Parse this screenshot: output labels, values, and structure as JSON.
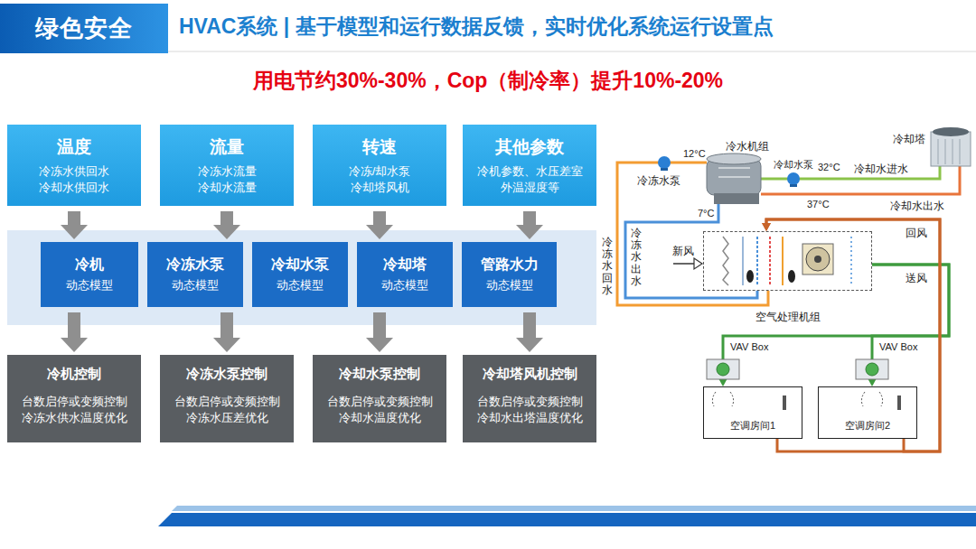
{
  "diagram": {
    "title": "HVAC系统 | 基于模型和运行数据反馈，实时优化系统运行设置点",
    "nodes": [
      {
        "text": [
          "绿色安全"
        ]
      },
      {
        "text": [
          "温度",
          "冷冻水供回水 冷却水供回水"
        ]
      },
      {
        "text": [
          "流量",
          "冷冻水流量 冷却水流量"
        ]
      },
      {
        "text": [
          "转速",
          "冷冻/却水泵 冷却塔风机"
        ]
      },
      {
        "text": [
          "其他参数",
          "冷机参数、水压差室 外温湿度等"
        ]
      },
      {
        "text": [
          "冷机",
          "动态模型"
        ]
      },
      {
        "text": [
          "冷冻水泵",
          "动态模型"
        ]
      },
      {
        "text": [
          "冷却水泵",
          "动态模型"
        ]
      },
      {
        "text": [
          "冷却塔",
          "动态模型"
        ]
      },
      {
        "text": [
          "管路水力",
          "动态模型"
        ]
      },
      {
        "text": [
          "冷机控制",
          "台数启停或变频控制 冷冻水供水温度优化"
        ]
      },
      {
        "text": [
          "冷冻水泵控制",
          "台数启停或变频控制 冷冻水压差优化"
        ]
      },
      {
        "text": [
          "冷却水泵控制",
          "台数启停或变频控制 冷却水温度优化"
        ]
      },
      {
        "text": [
          "冷却塔风机控制",
          "台数启停或变频控制 冷却水出塔温度优化"
        ]
      },
      {
        "text": [
          "空气处理机组"
        ]
      },
      {
        "text": [
          "空调房间1"
        ]
      },
      {
        "text": [
          "空调房间2"
        ]
      }
    ],
    "edges": [
      {
        "from": 1,
        "to": 5,
        "arrow": "to"
      },
      {
        "from": 2,
        "to": 6,
        "arrow": "to"
      },
      {
        "from": 3,
        "to": 8,
        "arrow": "to"
      },
      {
        "from": 4,
        "to": 9,
        "arrow": "to"
      },
      {
        "from": 5,
        "to": 10,
        "arrow": "to"
      },
      {
        "from": 6,
        "to": 11,
        "arrow": "to"
      },
      {
        "from": 8,
        "to": 12,
        "arrow": "to"
      },
      {
        "from": 9,
        "to": 13,
        "arrow": "to"
      },
      {
        "from": 14,
        "to": 15,
        "arrow": "to"
      },
      {
        "from": 14,
        "to": 16,
        "arrow": "to"
      },
      {
        "from": 15,
        "to": 14,
        "arrow": "to"
      },
      {
        "from": 16,
        "to": 14,
        "arrow": "to"
      }
    ],
    "labels": [
      "用电节约30%-30%，Cop（制冷率）提升10%-20%",
      "冷水机组",
      "12°C",
      "冷却塔",
      "冷却水泵",
      "32°C",
      "冷却水进水",
      "冷冻水泵",
      "7°C",
      "37°C",
      "冷却水出水",
      "冷冻水回水",
      "冷冻水出水",
      "回风",
      "新风",
      "送风",
      "VAV Box",
      "VAV Box"
    ]
  }
}
